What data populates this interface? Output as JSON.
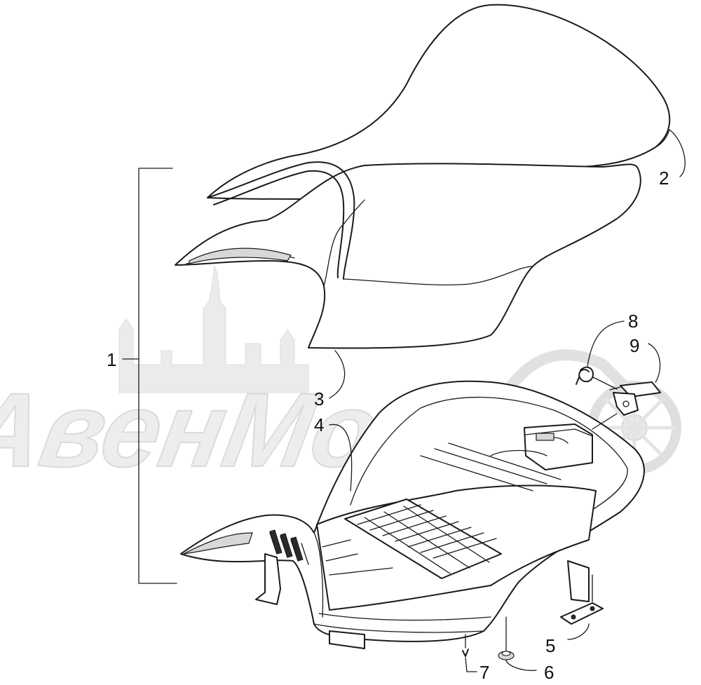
{
  "watermark": {
    "text": "АвенМото"
  },
  "callouts": [
    {
      "id": "1",
      "label": "1"
    },
    {
      "id": "2",
      "label": "2"
    },
    {
      "id": "3",
      "label": "3"
    },
    {
      "id": "4",
      "label": "4"
    },
    {
      "id": "5",
      "label": "5"
    },
    {
      "id": "6",
      "label": "6"
    },
    {
      "id": "7",
      "label": "7"
    },
    {
      "id": "8",
      "label": "8"
    },
    {
      "id": "9",
      "label": "9"
    }
  ]
}
